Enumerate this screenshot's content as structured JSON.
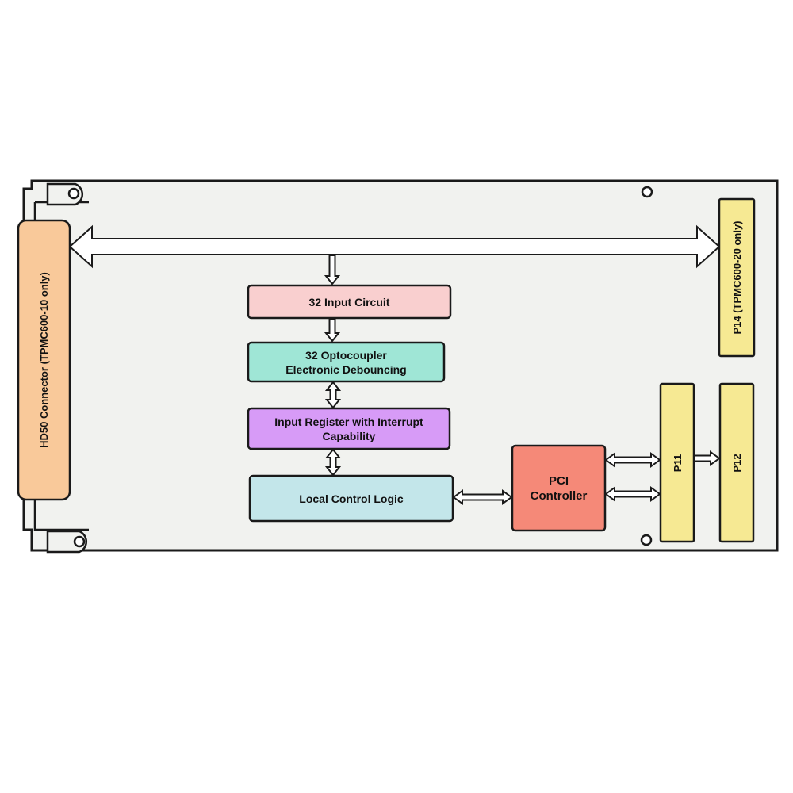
{
  "colors": {
    "board_fill": "#f1f2ef",
    "outline": "#1a1a1a",
    "hd50_fill": "#f9c99a",
    "input_circuit_fill": "#f9cfcf",
    "optocoupler_fill": "#9fe6d6",
    "input_register_fill": "#d79bf7",
    "local_control_fill": "#c3e6ea",
    "pci_fill": "#f58978",
    "connector_fill": "#f6e993"
  },
  "blocks": {
    "hd50": {
      "label": "HD50 Connector (TPMC600-10 only)"
    },
    "p14": {
      "label": "P14 (TPMC600-20 only)"
    },
    "input_circuit": {
      "label": "32 Input Circuit"
    },
    "optocoupler": {
      "label": "32 Optocoupler\nElectronic Debouncing"
    },
    "input_register": {
      "label": "Input Register with Interrupt\nCapability"
    },
    "local_control": {
      "label": "Local Control Logic"
    },
    "pci": {
      "label": "PCI\nController"
    },
    "p11": {
      "label": "P11"
    },
    "p12": {
      "label": "P12"
    }
  }
}
